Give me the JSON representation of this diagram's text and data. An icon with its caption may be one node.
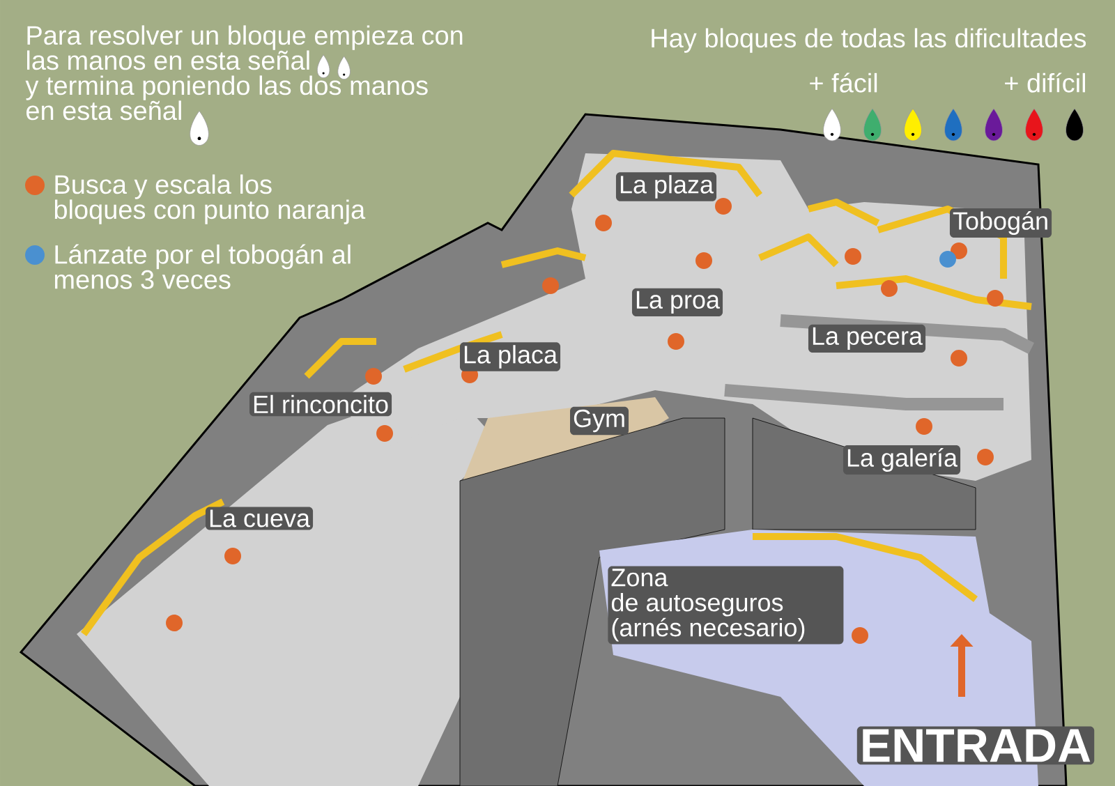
{
  "diagram": {
    "labels": [
      "Para resolver un bloque empieza con las manos en esta señal",
      "y termina poniendo las dos manos en esta señal",
      "Hay bloques de todas las dificultades",
      "+ fácil",
      "+ difícil",
      "La plaza",
      "Tobogán",
      "La proa",
      "La pecera",
      "La placa",
      "El rinconcito",
      "Gym",
      "La galería",
      "La cueva",
      "Zona de autoseguros (arnés necesario)",
      "ENTRADA"
    ],
    "legend": [
      {
        "text": "Busca y escala los bloques con punto naranja",
        "color": "#e0662a"
      },
      {
        "text": "Lánzate por el tobogán al menos 3 veces",
        "color": "#4a90d0"
      }
    ]
  }
}
